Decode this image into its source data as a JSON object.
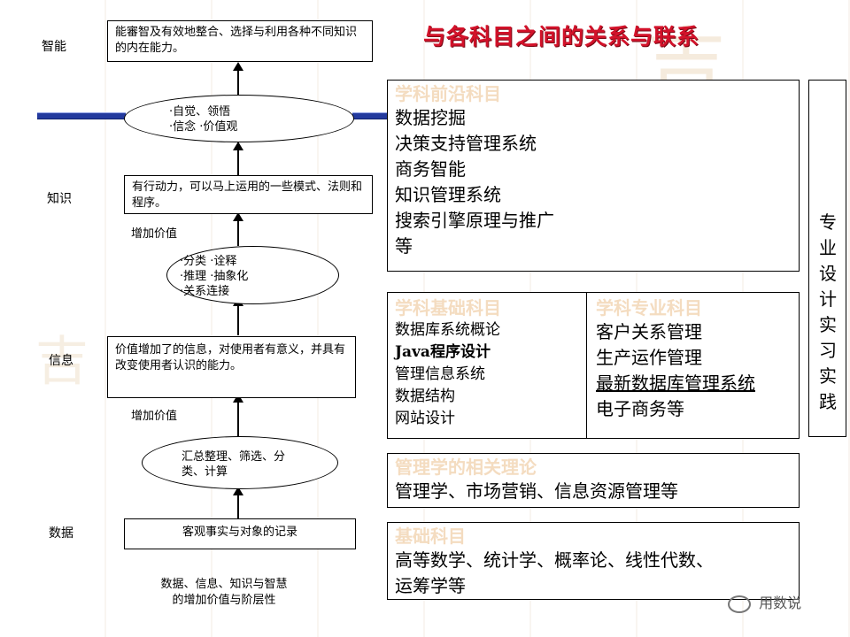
{
  "title": "与各科目之间的关系与联系",
  "levels": {
    "wisdom": "智能",
    "knowledge": "知识",
    "information": "信息",
    "data": "数据"
  },
  "boxes": {
    "wisdom": "能審智及有效地整合、选择与利用各种不同知识的内在能力。",
    "knowledge": "有行动力，可以马上运用的一些模式、法则和程序。",
    "information": "价值增加了的信息，对使用者有意义，并具有改变使用者认识的能力。",
    "data": "客观事实与对象的记录"
  },
  "ellipses": {
    "top": [
      "·自觉、领悟",
      "·信念 ·价值观"
    ],
    "middle": [
      "·分类 ·诠释",
      "·推理 ·抽象化",
      "·关系连接"
    ],
    "bottom": "汇总整理、筛选、分类、计算"
  },
  "value_added": [
    "增加价值",
    "增加价值"
  ],
  "caption": [
    "数据、信息、知识与智慧",
    "的增加价值与阶层性"
  ],
  "panels": {
    "frontier": {
      "heading": "学科前沿科目",
      "items": [
        "数据挖掘",
        "决策支持管理系统",
        "商务智能",
        "知识管理系统",
        "搜索引擎原理与推广",
        "等"
      ]
    },
    "basic_subjects": {
      "heading": "学科基础科目",
      "items": [
        "数据库系统概论",
        "Java程序设计",
        "管理信息系统",
        "数据结构",
        "网站设计"
      ]
    },
    "major_subjects": {
      "heading": "学科专业科目",
      "items": [
        "客户关系管理",
        "生产运作管理",
        "最新数据库管理系统",
        "电子商务等"
      ]
    },
    "management": {
      "heading": "管理学的相关理论",
      "text": "管理学、市场营销、信息资源管理等"
    },
    "foundation": {
      "heading": "基础科目",
      "lines": [
        "高等数学、统计学、概率论、线性代数、",
        "运筹学等"
      ]
    },
    "practice": [
      "专",
      "业",
      "设",
      "计",
      "实",
      "习",
      "实",
      "践"
    ]
  },
  "watermark": "用数说",
  "colors": {
    "title": "#d3122a",
    "band": "#233a9e",
    "heading": "#f4dcc0"
  }
}
